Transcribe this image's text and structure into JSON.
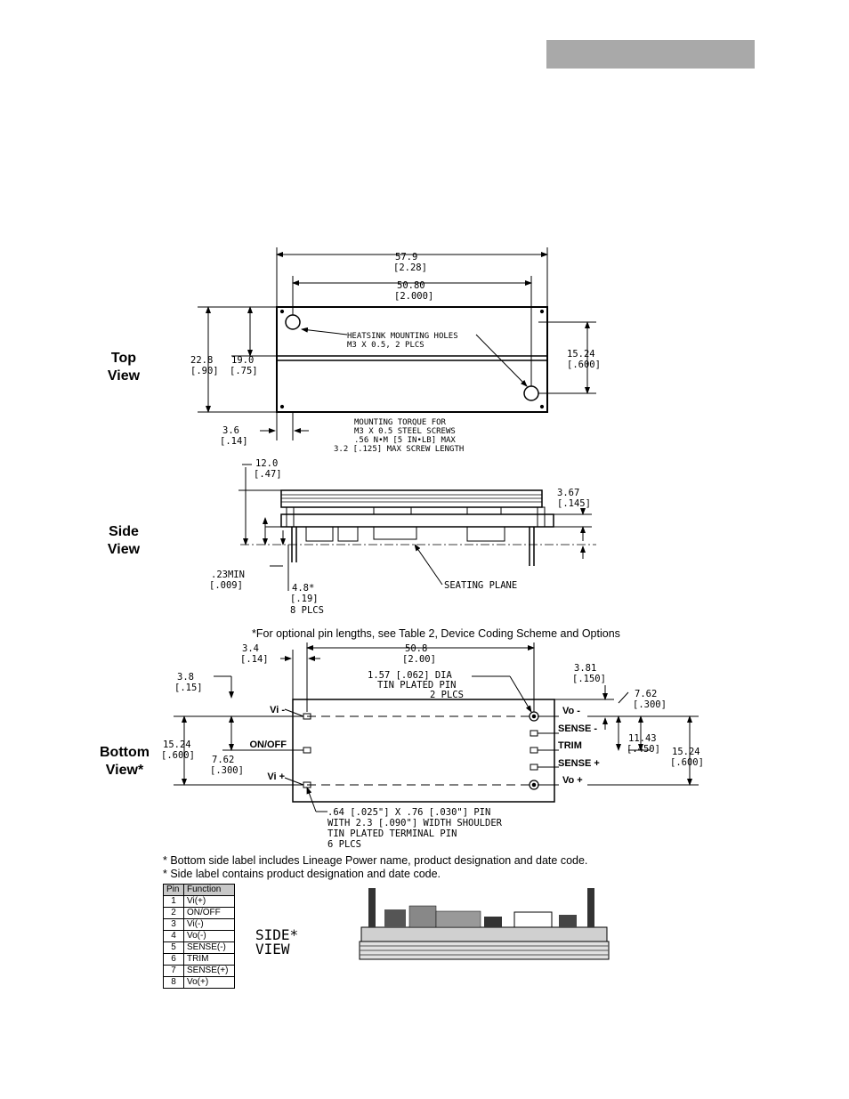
{
  "header": {
    "bar_color": "#a9a9a9"
  },
  "views": {
    "top": "Top\nView",
    "side": "Side\nView",
    "bottom": "Bottom\nView*"
  },
  "top_view": {
    "overall_width": "57.9",
    "overall_width_in": "[2.28]",
    "hole_spacing": "50.80",
    "hole_spacing_in": "[2.000]",
    "height_mm": "22.8",
    "height_in": "[.90]",
    "inner_height_mm": "19.0",
    "inner_height_in": "[.75]",
    "hole_offset_mm": "15.24",
    "hole_offset_in": "[.600]",
    "edge_offset_mm": "3.6",
    "edge_offset_in": "[.14]",
    "holes_note_1": "HEATSINK MOUNTING HOLES",
    "holes_note_2": "M3 X 0.5, 2 PLCS",
    "torque_1": "MOUNTING TORQUE FOR",
    "torque_2": "M3 X 0.5 STEEL SCREWS",
    "torque_3": ".56 N•M [5 IN•LB] MAX",
    "torque_4": "3.2 [.125] MAX SCREW LENGTH"
  },
  "side_view": {
    "height_mm": "12.0",
    "height_in": "[.47]",
    "pin_mm": "3.67",
    "pin_in": "[.145]",
    "min_mm": ".23MIN",
    "min_in": "[.009]",
    "pin_len_mm": "4.8*",
    "pin_len_in": "[.19]",
    "pin_count": "8 PLCS",
    "seating": "SEATING PLANE"
  },
  "optional_note": "*For optional pin lengths, see Table 2, Device Coding Scheme and Options",
  "bottom_view": {
    "edge_mm": "3.4",
    "edge_in": "[.14]",
    "spacing_mm": "50.8",
    "spacing_in": "[2.00]",
    "left_edge_mm": "3.8",
    "left_edge_in": "[.15]",
    "pin_dia_1": "1.57 [.062] DIA",
    "pin_dia_2": "TIN PLATED PIN",
    "pin_dia_3": "2 PLCS",
    "right_edge_mm": "3.81",
    "right_edge_in": "[.150]",
    "sense_mm": "7.62",
    "sense_in": "[.300]",
    "trim_mm": "11.43",
    "trim_in": "[.450]",
    "total_right_mm": "15.24",
    "total_right_in": "[.600]",
    "total_left_mm": "15.24",
    "total_left_in": "[.600]",
    "half_left_mm": "7.62",
    "half_left_in": "[.300]",
    "pins_left": [
      "Vi -",
      "ON/OFF",
      "Vi +"
    ],
    "pins_right": [
      "Vo -",
      "SENSE -",
      "TRIM",
      "SENSE +",
      "Vo +"
    ],
    "terminal_1": ".64 [.025\"] X .76 [.030\"] PIN",
    "terminal_2": "WITH 2.3 [.090\"] WIDTH SHOULDER",
    "terminal_3": "TIN PLATED TERMINAL PIN",
    "terminal_4": "6 PLCS"
  },
  "label_notes": [
    "* Bottom side label includes Lineage Power name, product designation and date code.",
    "* Side label contains product designation and date code."
  ],
  "pin_table": {
    "headers": [
      "Pin",
      "Function"
    ],
    "rows": [
      [
        "1",
        "Vi(+)"
      ],
      [
        "2",
        "ON/OFF"
      ],
      [
        "3",
        "Vi(-)"
      ],
      [
        "4",
        "Vo(-)"
      ],
      [
        "5",
        "SENSE(-)"
      ],
      [
        "6",
        "TRIM"
      ],
      [
        "7",
        "SENSE(+)"
      ],
      [
        "8",
        "Vo(+)"
      ]
    ]
  },
  "side_view_label": "SIDE*\nVIEW"
}
